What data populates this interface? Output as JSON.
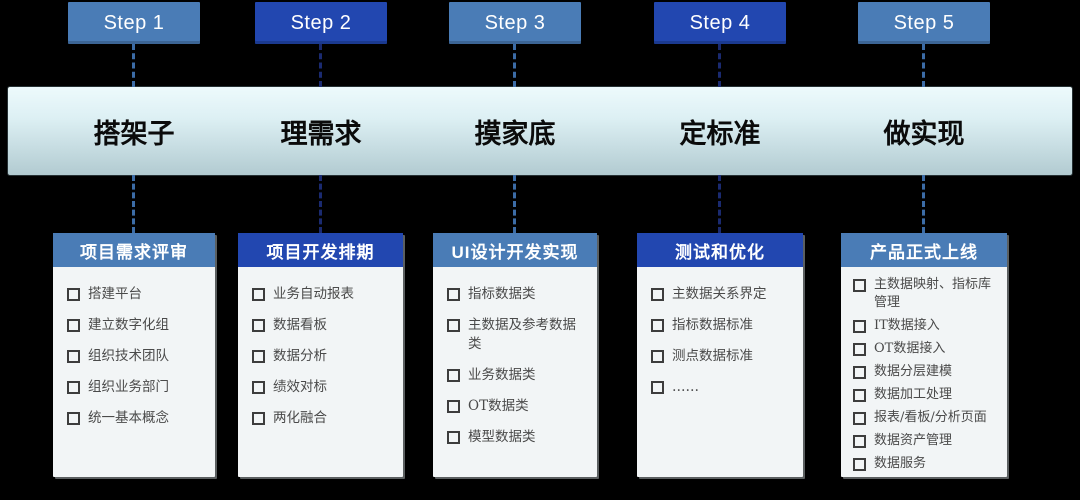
{
  "steps": [
    {
      "label": "Step 1",
      "phase": "搭架子",
      "tone": "light"
    },
    {
      "label": "Step 2",
      "phase": "理需求",
      "tone": "dark"
    },
    {
      "label": "Step 3",
      "phase": "摸家底",
      "tone": "light"
    },
    {
      "label": "Step 4",
      "phase": "定标准",
      "tone": "dark"
    },
    {
      "label": "Step 5",
      "phase": "做实现",
      "tone": "light"
    }
  ],
  "cards": [
    {
      "title": "项目需求评审",
      "tone": "light",
      "items": [
        "搭建平台",
        "建立数字化组",
        "组织技术团队",
        "组织业务部门",
        "统一基本概念"
      ]
    },
    {
      "title": "项目开发排期",
      "tone": "dark",
      "items": [
        "业务自动报表",
        "数据看板",
        "数据分析",
        "绩效对标",
        "两化融合"
      ]
    },
    {
      "title": "UI设计开发实现",
      "tone": "light",
      "items": [
        "指标数据类",
        "主数据及参考数据类",
        "业务数据类",
        "OT数据类",
        "模型数据类"
      ]
    },
    {
      "title": "测试和优化",
      "tone": "dark",
      "items": [
        "主数据关系界定",
        "指标数据标准",
        "测点数据标准",
        "……"
      ]
    },
    {
      "title": "产品正式上线",
      "tone": "light",
      "items": [
        "主数据映射、指标库管理",
        "IT数据接入",
        "OT数据接入",
        "数据分层建模",
        "数据加工处理",
        "报表/看板/分析页面",
        "数据资产管理",
        "数据服务"
      ]
    }
  ],
  "colors": {
    "background": "#000000",
    "step_light": "#4A7CB6",
    "step_dark": "#2247B0",
    "banner_gradient_top": "#EDFAFC",
    "banner_gradient_bottom": "#B2CBD1",
    "card_background": "#F2F5F6",
    "card_text": "#4A4A4A",
    "connector_light": "#3C6CA6",
    "connector_dark": "#1A2A70"
  }
}
